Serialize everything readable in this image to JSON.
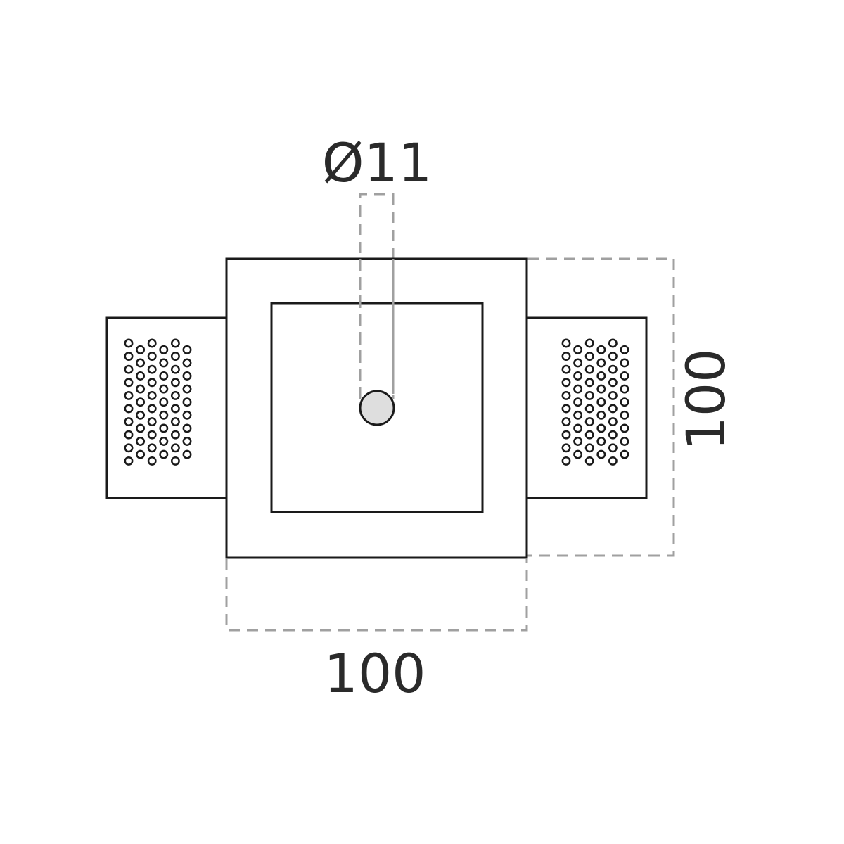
{
  "dimensions": {
    "hole_diameter": "Ø11",
    "width": "100",
    "height": "100"
  },
  "colors": {
    "outline": "#1a1a1a",
    "dimension_line": "#a0a0a0",
    "hole_fill": "#dedede",
    "text": "#2a2a2a",
    "background": "#ffffff"
  },
  "perforation_pattern": {
    "columns": 6,
    "rows_long": 10,
    "rows_short": 9
  }
}
